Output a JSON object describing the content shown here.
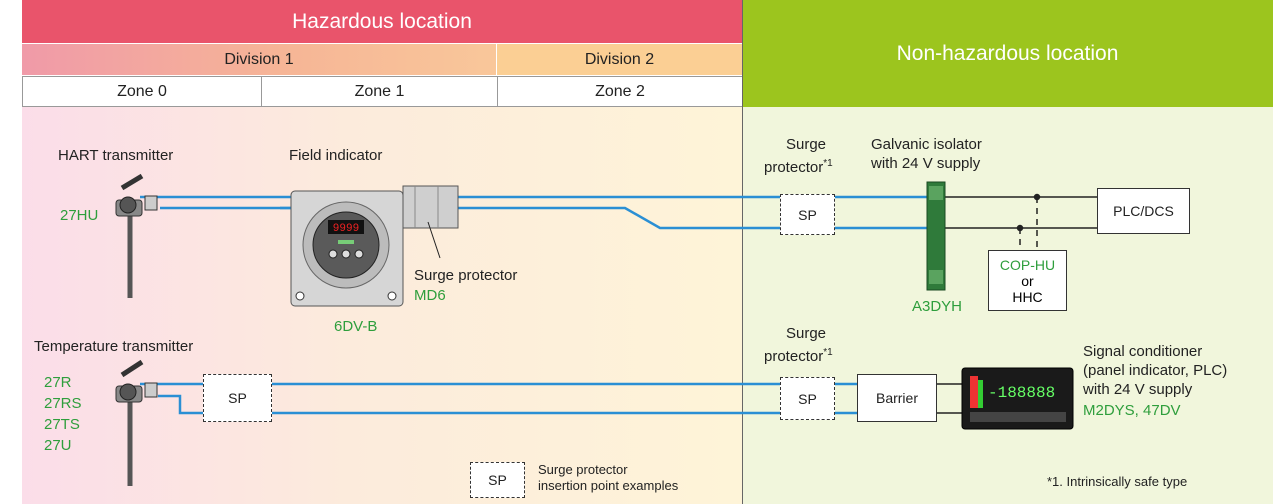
{
  "header": {
    "hazardous": "Hazardous location",
    "division1": "Division 1",
    "division2": "Division 2",
    "zone0": "Zone 0",
    "zone1": "Zone 1",
    "zone2": "Zone 2",
    "non_hazardous": "Non-hazardous location"
  },
  "row1": {
    "hart_title": "HART transmitter",
    "hart_model": "27HU",
    "field_indicator_title": "Field indicator",
    "field_indicator_model": "6DV-B",
    "display_value": "9999",
    "surge_protector_label": "Surge protector",
    "surge_protector_model": "MD6",
    "surge_top_line1": "Surge",
    "surge_top_line2": "protector",
    "footnote_mark": "*1",
    "sp_label": "SP",
    "isolator_line1": "Galvanic isolator",
    "isolator_line2": "with 24 V supply",
    "isolator_model": "A3DYH",
    "plc_label": "PLC/DCS",
    "cop_line1": "COP-HU",
    "cop_line2": "or",
    "cop_line3": "HHC"
  },
  "row2": {
    "temp_title": "Temperature transmitter",
    "temp_models": [
      "27R",
      "27RS",
      "27TS",
      "27U"
    ],
    "sp_label_left": "SP",
    "surge_line1": "Surge",
    "surge_line2": "protector",
    "footnote_mark": "*1",
    "sp_label_right": "SP",
    "barrier_label": "Barrier",
    "display_value": "-188888",
    "conditioner_line1": "Signal conditioner",
    "conditioner_line2": "(panel indicator, PLC)",
    "conditioner_line3": "with 24 V supply",
    "conditioner_models": "M2DYS, 47DV"
  },
  "legend": {
    "sp_label": "SP",
    "line1": "Surge protector",
    "line2": "insertion point examples"
  },
  "footnote": "*1. Intrinsically safe type",
  "colors": {
    "hazardous_red": "#e9546b",
    "non_hazardous_green": "#9cc51e",
    "signal_line_blue": "#2a8fd4",
    "model_green": "#2e9e3c"
  }
}
